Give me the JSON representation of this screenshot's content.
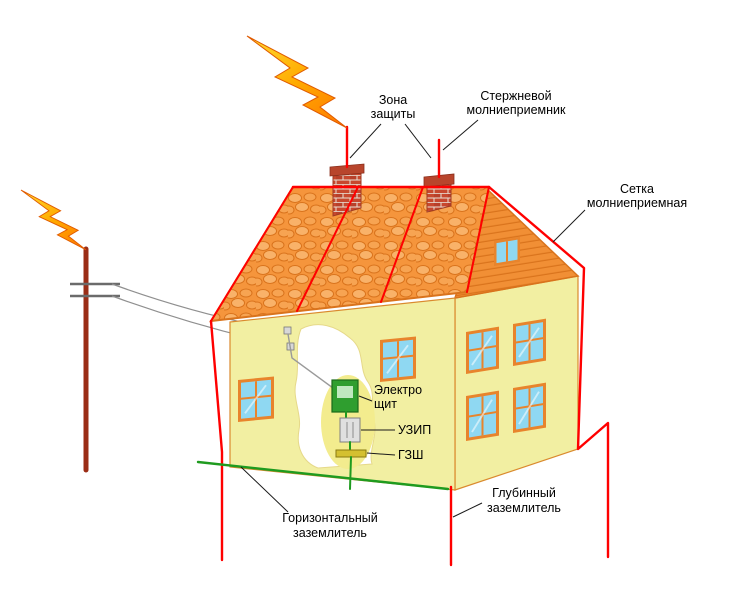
{
  "diagram": {
    "type": "lightning-protection-scheme",
    "labels": {
      "protection_zone": {
        "line1": "Зона",
        "line2": "защиты"
      },
      "rod_air_terminal": {
        "line1": "Стержневой",
        "line2": "молниеприемник"
      },
      "mesh_air_terminal": {
        "line1": "Сетка",
        "line2": "молниеприемная"
      },
      "electrical_panel": {
        "line1": "Электро",
        "line2": "щит"
      },
      "surge_protector": "УЗИП",
      "ground_bus": "ГЗШ",
      "horizontal_electrode": {
        "line1": "Горизонтальный",
        "line2": "заземлитель"
      },
      "deep_electrode": {
        "line1": "Глубинный",
        "line2": "заземлитель"
      }
    },
    "colors": {
      "conductor_red": "#ff0000",
      "ground_green": "#1f9b1f",
      "roof_orange": "#f5953c",
      "wall_yellow": "#f2efa2",
      "window_blue": "#8fd8f2",
      "frame_orange": "#e8842c",
      "panel_green": "#2f9e2f",
      "pole_brown": "#9b2d16",
      "bolt_yellow": "#ffdd33",
      "bolt_orange": "#ff7700",
      "label_black": "#000000"
    }
  }
}
